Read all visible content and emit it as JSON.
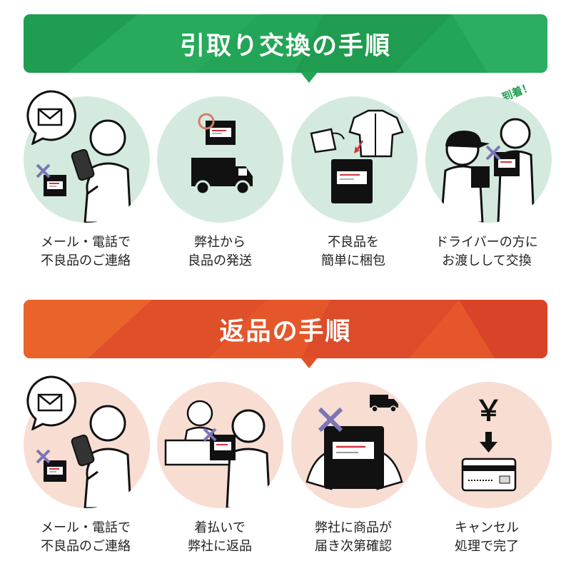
{
  "colors": {
    "exchange_accent": "#23a557",
    "return_accent": "#e5572b",
    "exchange_circle": "#d4eadf",
    "return_circle": "#f8ddd3",
    "highlight_red": "#d4343c",
    "cross_mark": "#7b76b3"
  },
  "exchange": {
    "title": "引取り交換の手順",
    "arrival_label": "到着！",
    "steps": [
      {
        "line1": "メール・電話で",
        "line2": "不良品のご連絡",
        "icon": "mail-contact-icon"
      },
      {
        "line1": "弊社から",
        "line2": "良品の発送",
        "icon": "delivery-truck-icon"
      },
      {
        "line1": "不良品を",
        "line2": "簡単に梱包",
        "icon": "packing-icon"
      },
      {
        "line1": "ドライバーの方に",
        "line2": "お渡しして交換",
        "icon": "driver-exchange-icon"
      }
    ]
  },
  "return": {
    "title": "返品の手順",
    "steps": [
      {
        "line1": "メール・電話で",
        "line2": "不良品のご連絡",
        "icon": "mail-contact-icon"
      },
      {
        "line1": "着払いで",
        "line2": "弊社に返品",
        "icon": "counter-return-icon"
      },
      {
        "line1": "弊社に商品が",
        "line2": "届き次第確認",
        "icon": "package-check-icon"
      },
      {
        "line1": "キャンセル",
        "line2": "処理で完了",
        "icon": "refund-card-icon"
      }
    ]
  },
  "refund_symbol": "￥"
}
